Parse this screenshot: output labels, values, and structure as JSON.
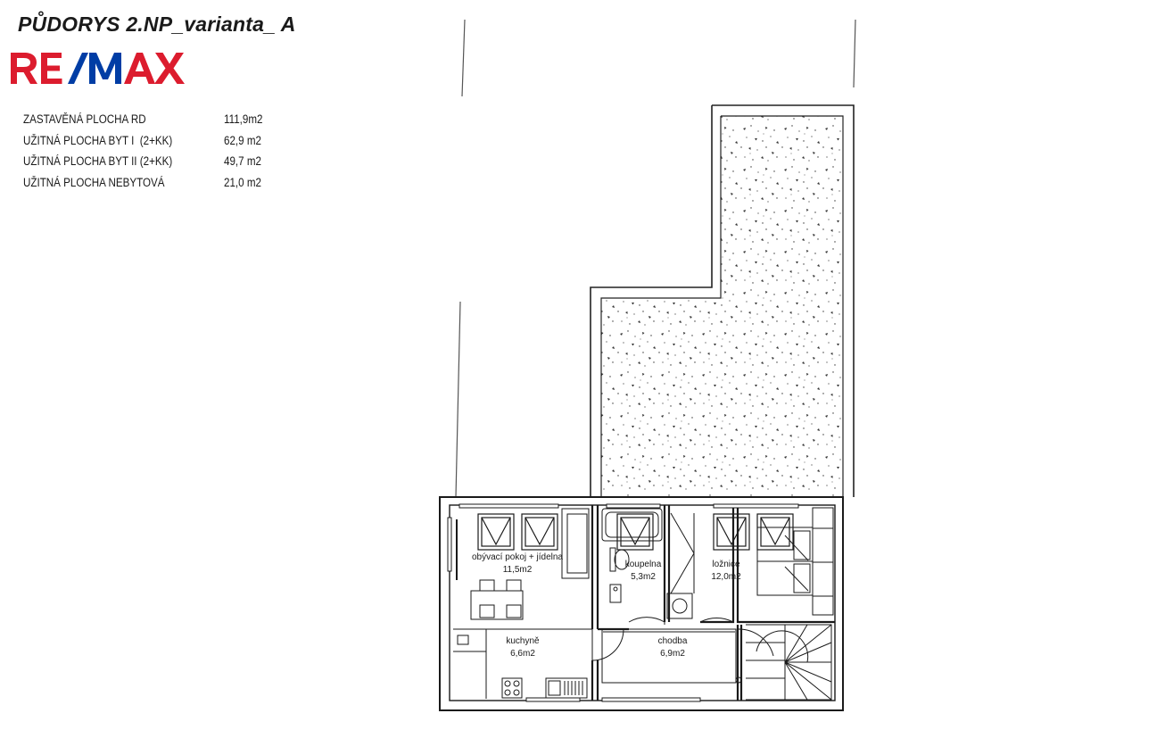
{
  "header": {
    "title": "PŮDORYS 2.NP_varianta_ A"
  },
  "brand": {
    "logo_text": "RE/MAX",
    "color_red": "#dc1c2e",
    "color_blue": "#003da5"
  },
  "areas": [
    {
      "label": "ZASTAVĚNÁ PLOCHA RD",
      "value": "111,9m2"
    },
    {
      "label": "UŽITNÁ PLOCHA BYT I  (2+KK)",
      "value": "62,9 m2"
    },
    {
      "label": "UŽITNÁ PLOCHA BYT II (2+KK)",
      "value": "49,7 m2"
    },
    {
      "label": "UŽITNÁ PLOCHA NEBYTOVÁ",
      "value": "21,0 m2"
    }
  ],
  "rooms": [
    {
      "name": "obývací pokoj + jídelna",
      "area": "11,5m2"
    },
    {
      "name": "koupelna",
      "area": "5,3m2"
    },
    {
      "name": "ložnice",
      "area": "12,0m2"
    },
    {
      "name": "kuchyně",
      "area": "6,6m2"
    },
    {
      "name": "chodba",
      "area": "6,9m2"
    }
  ]
}
